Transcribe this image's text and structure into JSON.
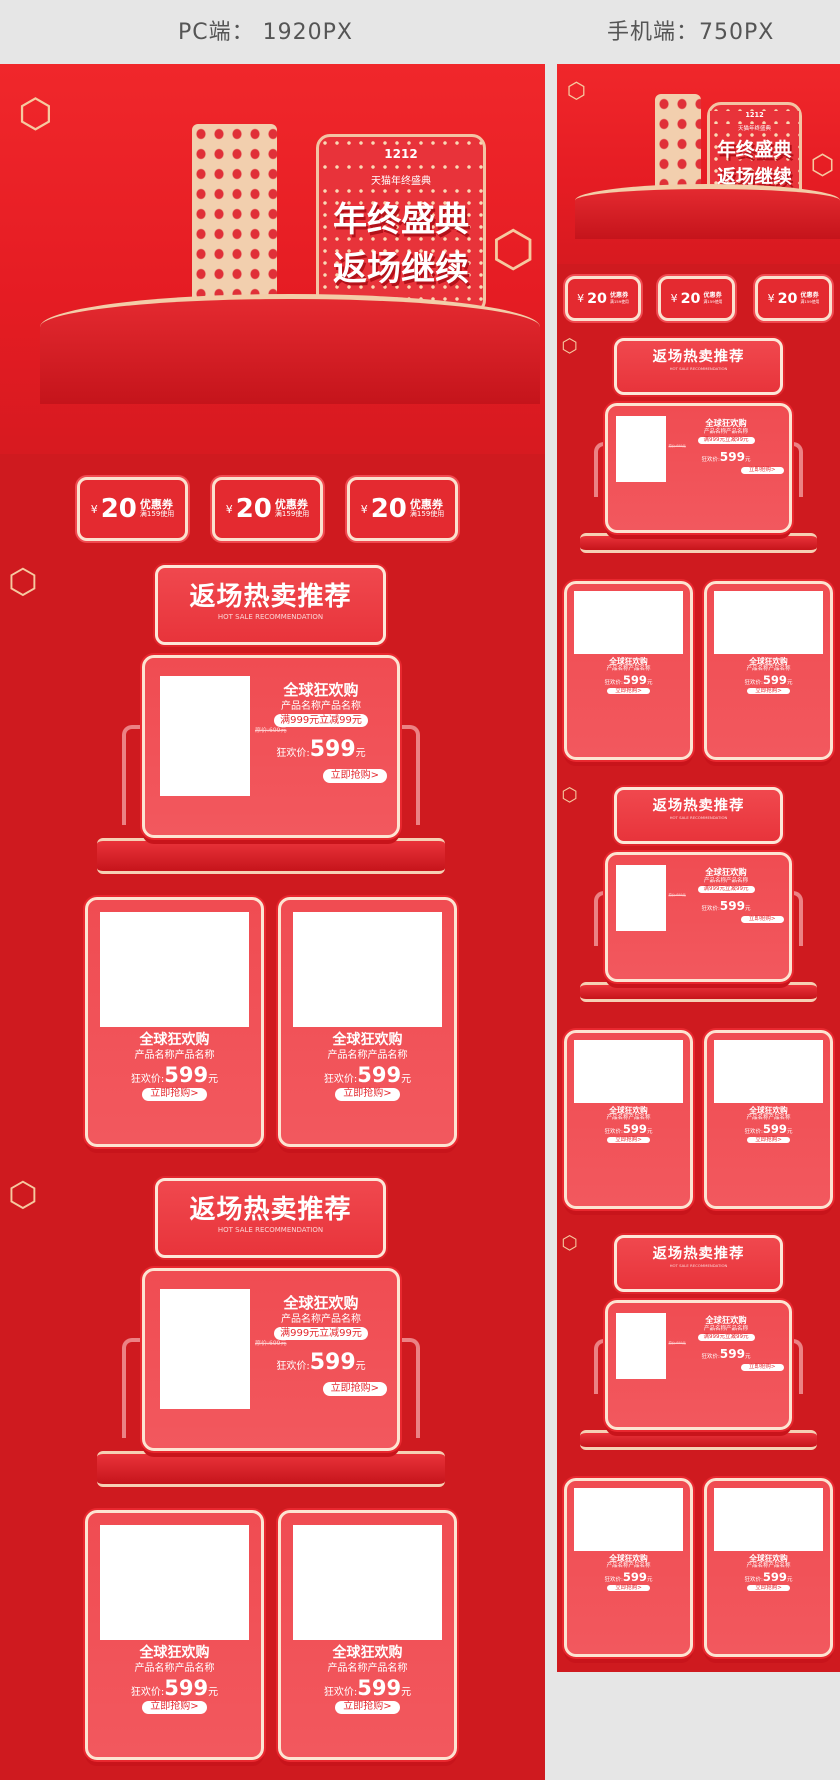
{
  "header": {
    "pc_label": "PC端： 1920PX",
    "mobile_label": "手机端：750PX"
  },
  "hero": {
    "badge": "1212",
    "brand": "天猫年终盛典",
    "title_line1": "年终盛典",
    "title_line2": "返场继续"
  },
  "coupon": {
    "currency": "¥",
    "amount": "20",
    "label": "优惠券",
    "condition": "满159使用"
  },
  "section": {
    "title": "返场热卖推荐",
    "subtitle": "HOT SALE RECOMMENDATION"
  },
  "product": {
    "headline": "全球狂欢购",
    "name": "产品名称产品名称",
    "promo": "满999元立减99元",
    "original_price": "原价:699元",
    "price_label": "狂欢价:",
    "price": "599",
    "unit": "元",
    "buy_button": "立即抢购>"
  },
  "pc": {
    "coupons": 3,
    "sections": 2
  },
  "mobile": {
    "coupons": 3,
    "sections": 3
  },
  "colors": {
    "brand_red": "#e42a30",
    "background_red": "#cf1a1f",
    "gold": "#f3cda8"
  }
}
